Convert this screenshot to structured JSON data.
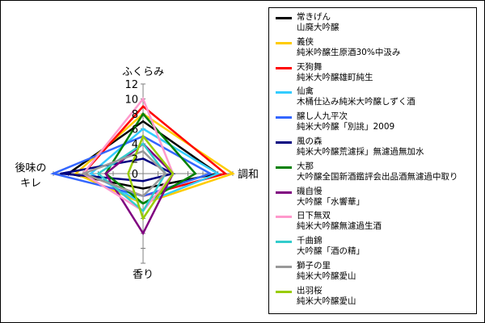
{
  "chart_data": {
    "type": "radar",
    "axes": [
      "ふくらみ",
      "調和",
      "香り",
      "後味のキレ"
    ],
    "axis_label_lines": {
      "後味のキレ": [
        "後味の",
        "キレ"
      ]
    },
    "rlim": [
      0,
      12
    ],
    "ticks": [
      "0",
      "2",
      "4",
      "6",
      "8",
      "10",
      "12"
    ],
    "tick_values": [
      0,
      2,
      4,
      6,
      8,
      10,
      12
    ],
    "grid": false,
    "legend_position": "right",
    "series": [
      {
        "name": "常きげん",
        "sub": "山廃大吟醸",
        "color": "#000000",
        "values": [
          7,
          10,
          2,
          10
        ]
      },
      {
        "name": "義侠",
        "sub": "純米吟醸生原酒30%中汲み",
        "color": "#FFCC00",
        "values": [
          8,
          12,
          4,
          9
        ]
      },
      {
        "name": "天狗舞",
        "sub": "純米大吟醸雄町純生",
        "color": "#FF0000",
        "values": [
          9,
          11,
          3,
          8
        ]
      },
      {
        "name": "仙禽",
        "sub": "木桶仕込み純米大吟醸しずく酒",
        "color": "#33CCFF",
        "values": [
          6,
          10,
          4,
          7
        ]
      },
      {
        "name": "醸し人九平次",
        "sub": "純米大吟醸「別誂」2009",
        "color": "#3366FF",
        "values": [
          5,
          9,
          3,
          12
        ]
      },
      {
        "name": "風の森",
        "sub": "純米大吟醸荒濾採」無濾過無加水",
        "color": "#000080",
        "values": [
          2,
          4,
          1,
          11
        ]
      },
      {
        "name": "大那",
        "sub": "大吟醸全国新酒鑑評会出品酒無濾過中取り",
        "color": "#008000",
        "values": [
          8,
          7,
          4,
          5
        ]
      },
      {
        "name": "磯自慢",
        "sub": "大吟醸「水響華」",
        "color": "#800080",
        "values": [
          4,
          4,
          8,
          5
        ]
      },
      {
        "name": "日下無双",
        "sub": "純米大吟醸無濾過生酒",
        "color": "#FF99CC",
        "values": [
          10,
          4,
          5,
          8
        ]
      },
      {
        "name": "千曲錦",
        "sub": "大吟醸「酒の精」",
        "color": "#33CCCC",
        "values": [
          4,
          3,
          5,
          6
        ]
      },
      {
        "name": "獅子の里",
        "sub": "純米大吟醸愛山",
        "color": "#999999",
        "values": [
          3,
          3,
          3,
          8
        ]
      },
      {
        "name": "出羽桜",
        "sub": "純米大吟醸愛山",
        "color": "#99CC00",
        "values": [
          5,
          4,
          6,
          2
        ]
      }
    ]
  }
}
